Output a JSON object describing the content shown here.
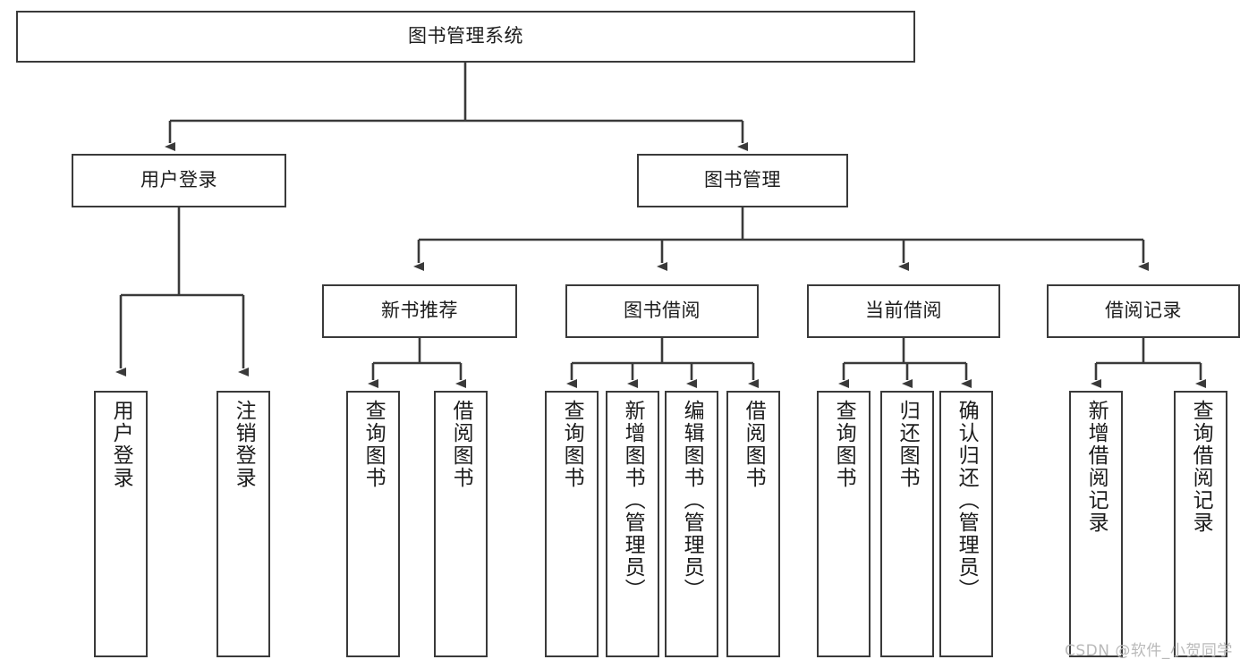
{
  "diagram": {
    "title_node": {
      "id": "root",
      "label": "图书管理系统"
    },
    "level2": [
      {
        "id": "login",
        "label": "用户登录"
      },
      {
        "id": "bookmgmt",
        "label": "图书管理"
      }
    ],
    "level3": [
      {
        "id": "newbook",
        "label": "新书推荐"
      },
      {
        "id": "borrow",
        "label": "图书借阅"
      },
      {
        "id": "current",
        "label": "当前借阅"
      },
      {
        "id": "records",
        "label": "借阅记录"
      }
    ],
    "leaves": [
      {
        "id": "leaf-user-login",
        "label": "用户登录",
        "parent": "login"
      },
      {
        "id": "leaf-logout",
        "label": "注销登录",
        "parent": "login"
      },
      {
        "id": "leaf-query-book-1",
        "label": "查询图书",
        "parent": "newbook"
      },
      {
        "id": "leaf-borrow-book-1",
        "label": "借阅图书",
        "parent": "newbook"
      },
      {
        "id": "leaf-query-book-2",
        "label": "查询图书",
        "parent": "borrow"
      },
      {
        "id": "leaf-add-book",
        "label": "新增图书（管理员）",
        "parent": "borrow"
      },
      {
        "id": "leaf-edit-book",
        "label": "编辑图书（管理员）",
        "parent": "borrow"
      },
      {
        "id": "leaf-borrow-book-2",
        "label": "借阅图书",
        "parent": "borrow"
      },
      {
        "id": "leaf-query-book-3",
        "label": "查询图书",
        "parent": "current"
      },
      {
        "id": "leaf-return-book",
        "label": "归还图书",
        "parent": "current"
      },
      {
        "id": "leaf-confirm-return",
        "label": "确认归还（管理员）",
        "parent": "current"
      },
      {
        "id": "leaf-add-record",
        "label": "新增借阅记录",
        "parent": "records"
      },
      {
        "id": "leaf-query-record",
        "label": "查询借阅记录",
        "parent": "records"
      }
    ]
  },
  "watermark": {
    "text": "CSDN @软件_小贺同学"
  },
  "colors": {
    "stroke": "#3a3a3a",
    "background": "#ffffff",
    "text": "#1c1c1c",
    "watermark": "#b9b9b9"
  }
}
